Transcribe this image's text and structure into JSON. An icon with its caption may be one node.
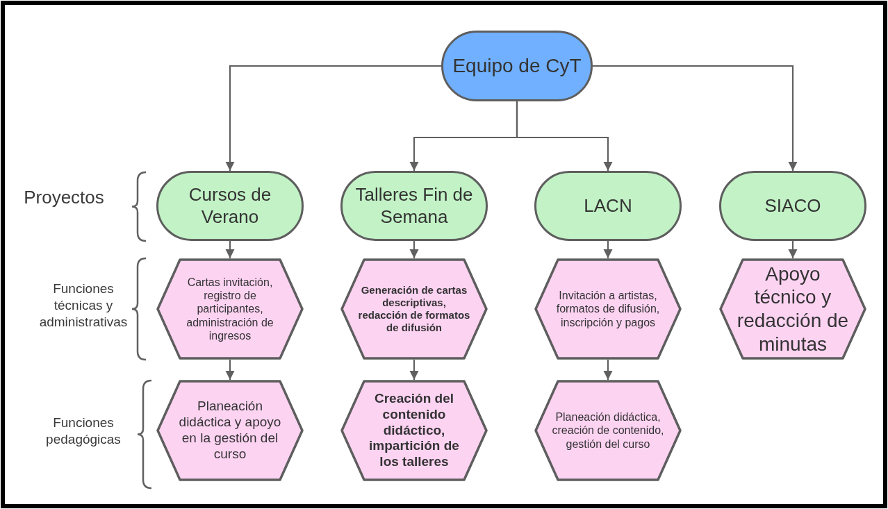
{
  "diagram": {
    "nodes": [
      {
        "text": [
          "Equipo de CyT"
        ]
      },
      {
        "text": [
          "Cursos de Verano"
        ]
      },
      {
        "text": [
          "Talleres Fin de Semana"
        ]
      },
      {
        "text": [
          "LACN"
        ]
      },
      {
        "text": [
          "SIACO"
        ]
      },
      {
        "text": [
          "Cartas invitación, registro de participantes, administración de ingresos"
        ]
      },
      {
        "text": [
          "Generación de cartas descriptivas, redacción de formatos de difusión"
        ]
      },
      {
        "text": [
          "Invitación a artistas, formatos de difusión, inscripción y pagos"
        ]
      },
      {
        "text": [
          "Apoyo técnico y redacción de minutas"
        ]
      },
      {
        "text": [
          "Planeación didáctica y apoyo en la gestión del curso"
        ]
      },
      {
        "text": [
          "Creación del contenido didáctico, impartición de los talleres"
        ]
      },
      {
        "text": [
          "Planeación didáctica, creación de contenido, gestión del curso"
        ]
      }
    ],
    "edges": [
      {
        "from": 0,
        "to": 1,
        "arrow": "to"
      },
      {
        "from": 0,
        "to": 2,
        "arrow": "to"
      },
      {
        "from": 0,
        "to": 3,
        "arrow": "to"
      },
      {
        "from": 0,
        "to": 4,
        "arrow": "to"
      },
      {
        "from": 1,
        "to": 5,
        "arrow": "to"
      },
      {
        "from": 5,
        "to": 9,
        "arrow": "to"
      },
      {
        "from": 2,
        "to": 6,
        "arrow": "to"
      },
      {
        "from": 6,
        "to": 10,
        "arrow": "to"
      },
      {
        "from": 3,
        "to": 7,
        "arrow": "to"
      },
      {
        "from": 7,
        "to": 11,
        "arrow": "to"
      },
      {
        "from": 4,
        "to": 8,
        "arrow": "to"
      }
    ],
    "labels": [
      "Proyectos",
      "Funciones técnicas y administrativas",
      "Funciones pedagógicas"
    ]
  }
}
